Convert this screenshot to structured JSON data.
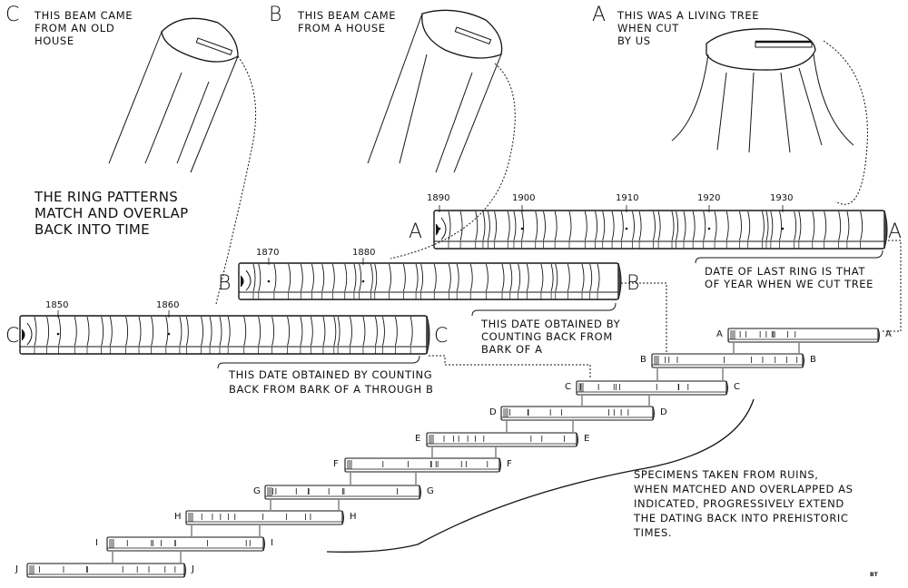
{
  "specimens": [
    {
      "letter": "A",
      "caption": "THIS WAS A LIVING TREE\nWHEN CUT\nBY US"
    },
    {
      "letter": "B",
      "caption": "THIS BEAM CAME\nFROM A HOUSE"
    },
    {
      "letter": "C",
      "caption": "THIS BEAM CAME\nFROM AN OLD\nHOUSE"
    }
  ],
  "heading": "THE RING PATTERNS\nMATCH AND OVERLAP\nBACK INTO TIME",
  "beams": {
    "A": {
      "letter": "A",
      "years": [
        "1890",
        "1900",
        "1910",
        "1920",
        "1930"
      ]
    },
    "B": {
      "letter": "B",
      "years": [
        "1870",
        "1880"
      ]
    },
    "C": {
      "letter": "C",
      "years": [
        "1850",
        "1860"
      ]
    }
  },
  "notes": {
    "a_note": "DATE OF LAST RING IS THAT\nOF YEAR WHEN WE CUT TREE",
    "b_note": "THIS DATE OBTAINED BY\nCOUNTING BACK FROM\nBARK OF A",
    "c_note_1": "THIS DATE OBTAINED BY COUNTING",
    "c_note_2": "BACK FROM BARK OF A THROUGH B"
  },
  "stack": [
    "A",
    "B",
    "C",
    "D",
    "E",
    "F",
    "G",
    "H",
    "I",
    "J"
  ],
  "ruins_note": "SPECIMENS TAKEN FROM RUINS,\nWHEN MATCHED AND OVERLAPPED AS\nINDICATED, PROGRESSIVELY EXTEND\nTHE DATING BACK INTO PREHISTORIC\nTIMES.",
  "signature": "BT"
}
